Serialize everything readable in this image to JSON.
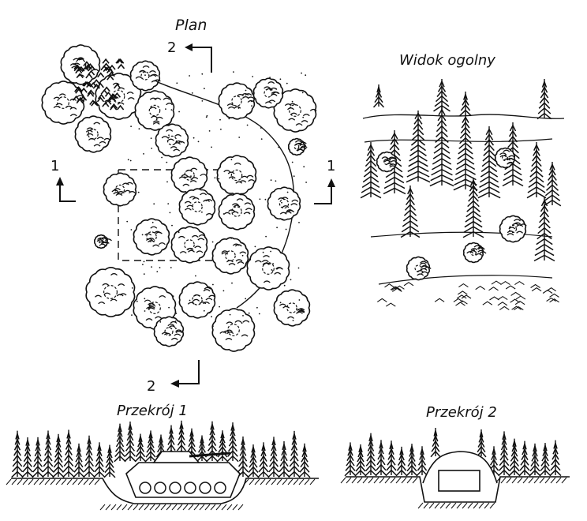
{
  "plan": {
    "title": "Plan",
    "section_marks": {
      "top": "2",
      "bottom": "2",
      "left": "1",
      "right": "1"
    }
  },
  "general_view": {
    "title": "Widok ogolny"
  },
  "section_1": {
    "title": "Przekrój 1"
  },
  "section_2": {
    "title": "Przekrój 2"
  },
  "colors": {
    "ink": "#111111",
    "paper": "#ffffff"
  },
  "icons": [
    "tree-crown-icon",
    "conifer-tree-icon",
    "tank-icon",
    "shelter-icon",
    "section-arrow-icon"
  ]
}
